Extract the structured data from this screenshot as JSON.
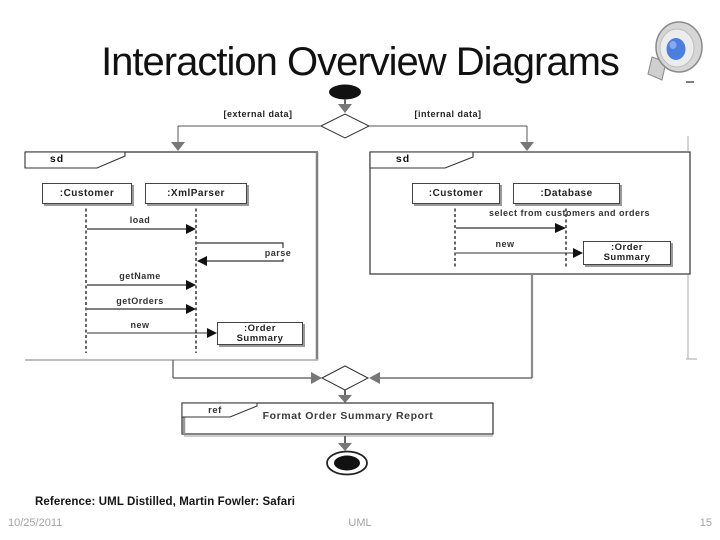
{
  "slide": {
    "title": "Interaction Overview Diagrams",
    "reference": "Reference: UML Distilled, Martin Fowler: Safari",
    "footer": {
      "date": "10/25/2011",
      "center": "UML",
      "page": "15"
    }
  },
  "diagram": {
    "initial_node": "filled-ellipse",
    "final_node": "bullseye",
    "guards": {
      "left": "[external data]",
      "right": "[internal data]"
    },
    "frames": {
      "left": {
        "tab": "sd",
        "objects": [
          ":Customer",
          ":XmlParser"
        ],
        "messages": [
          "load",
          "parse",
          "getName",
          "getOrders",
          "new"
        ],
        "created": {
          "line1": ":Order",
          "line2": "Summary"
        }
      },
      "right": {
        "tab": "sd",
        "objects": [
          ":Customer",
          ":Database"
        ],
        "messages": [
          "select from customers and orders",
          "new"
        ],
        "created": {
          "line1": ":Order",
          "line2": "Summary"
        }
      }
    },
    "ref": {
      "tab": "ref",
      "label": "Format Order Summary Report"
    },
    "colors": {
      "flow_arrow": "#777777",
      "message_arrow": "#111111",
      "frame_border": "#333333",
      "frame_shadow": "#999999",
      "speaker_blue": "#4a7fe0",
      "footer_gray": "#a3a3a3"
    }
  },
  "icons": {
    "top_right": "speaker-icon"
  }
}
